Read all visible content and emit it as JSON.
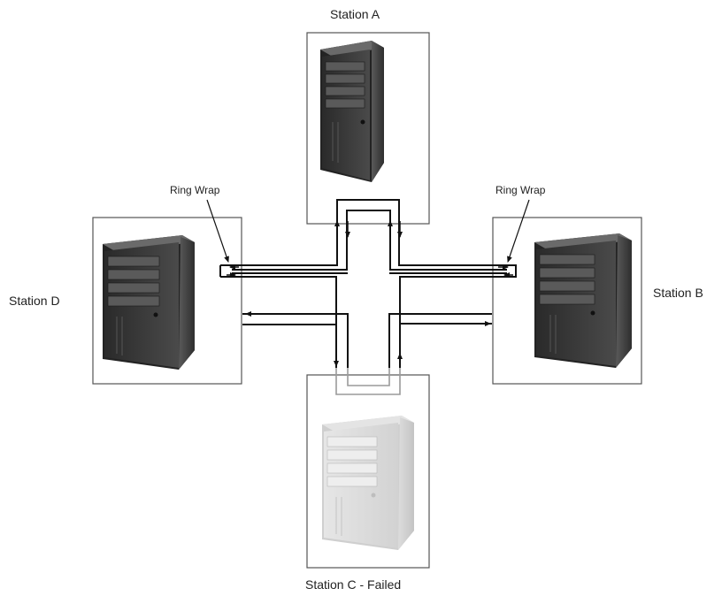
{
  "stations": {
    "a": {
      "label": "Station A",
      "status": "active"
    },
    "b": {
      "label": "Station B",
      "status": "active"
    },
    "c": {
      "label": "Station C - Failed",
      "status": "failed"
    },
    "d": {
      "label": "Station D",
      "status": "active"
    }
  },
  "annotations": {
    "wrap_left": "Ring Wrap",
    "wrap_right": "Ring Wrap"
  },
  "colors": {
    "active_tower": "#3a3a3a",
    "failed_tower": "#d8d8d8",
    "box_border": "#555555",
    "ring_line": "#111111",
    "failed_ring_line": "#9a9a9a"
  }
}
